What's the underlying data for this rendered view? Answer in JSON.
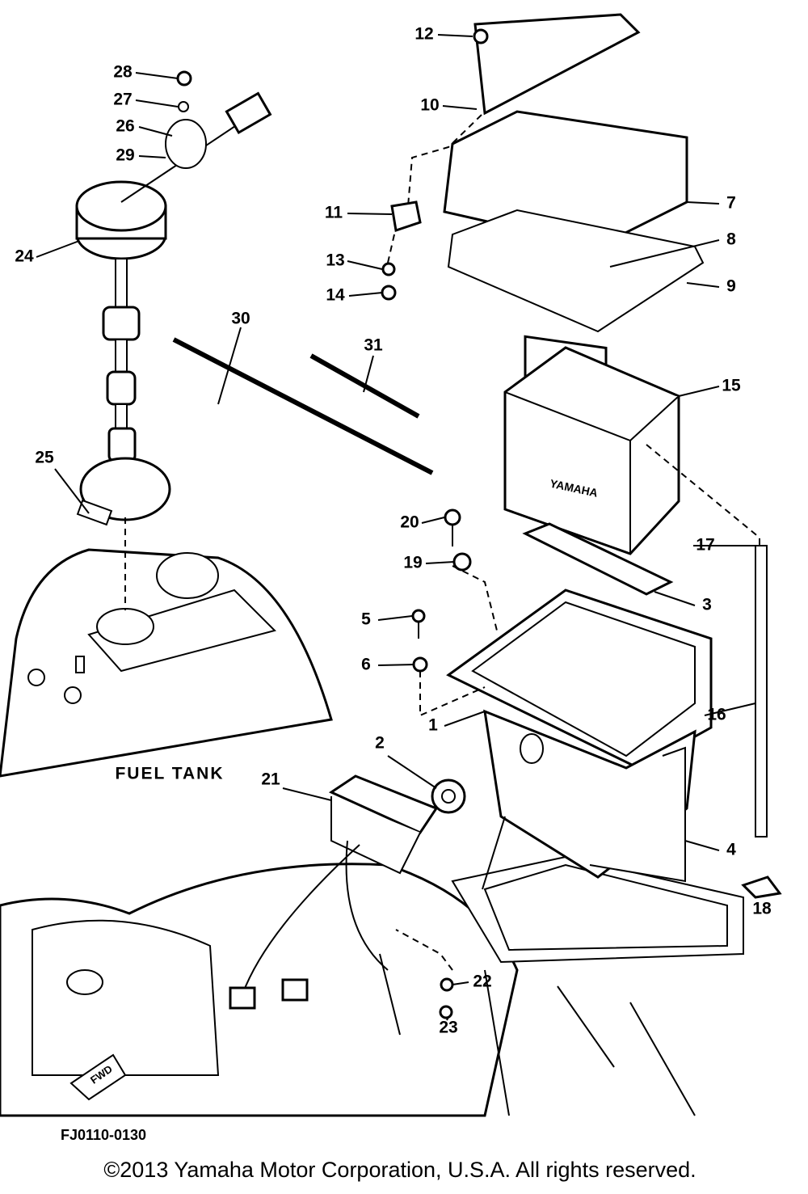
{
  "diagram": {
    "part_labels": [
      "1",
      "2",
      "3",
      "4",
      "5",
      "6",
      "7",
      "8",
      "9",
      "10",
      "11",
      "12",
      "13",
      "14",
      "15",
      "16",
      "17",
      "18",
      "19",
      "20",
      "21",
      "22",
      "23",
      "24",
      "25",
      "26",
      "27",
      "28",
      "29",
      "30",
      "31"
    ],
    "fuel_tank_label": "FUEL TANK",
    "battery_brand": "YAMAHA",
    "fwd_label": "FWD",
    "diagram_code": "FJ0110-0130"
  },
  "footer": {
    "copyright": "©2013 Yamaha Motor Corporation, U.S.A. All rights reserved."
  }
}
